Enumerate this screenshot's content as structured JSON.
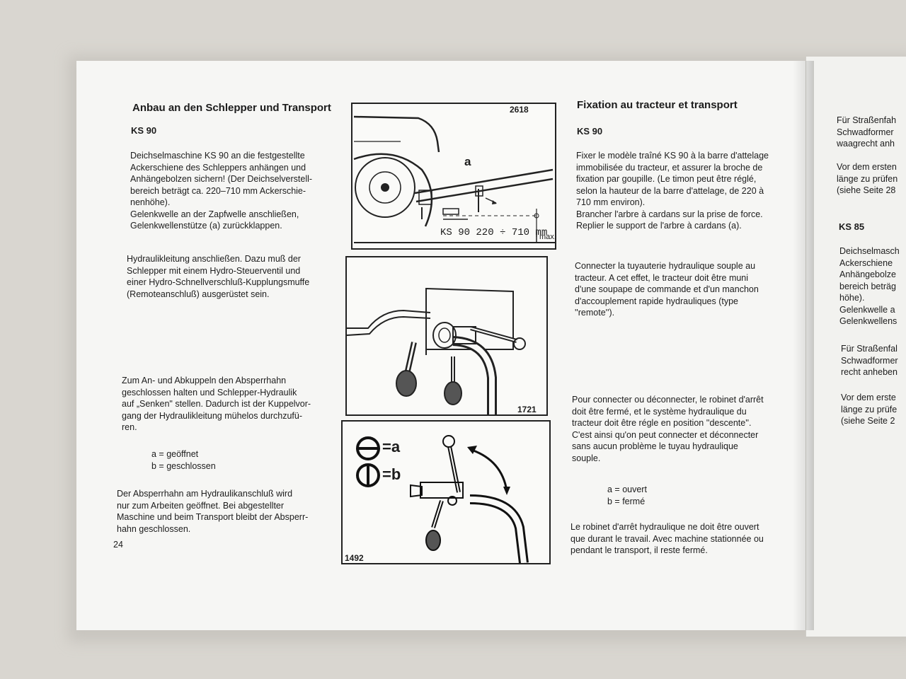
{
  "left_page": {
    "title": "Anbau an den Schlepper und Transport",
    "model": "KS 90",
    "para1": [
      "Deichselmaschine KS 90 an die festgestellte",
      "Ackerschiene des Schleppers anhängen und",
      "Anhängebolzen sichern! (Der Deichselverstell-",
      "bereich beträgt ca. 220–710 mm Ackerschie-",
      "nenhöhe).",
      "Gelenkwelle an der Zapfwelle anschließen,",
      "Gelenkwellenstütze (a) zurückklappen."
    ],
    "para2": [
      "Hydraulikleitung anschließen. Dazu muß der",
      "Schlepper mit einem Hydro-Steuerventil und",
      "einer Hydro-Schnellverschluß-Kupplungsmuffe",
      "(Remoteanschluß) ausgerüstet sein."
    ],
    "para3": [
      "Zum An- und Abkuppeln den Absperrhahn",
      "geschlossen halten und Schlepper-Hydraulik",
      "auf „Senken\" stellen. Dadurch ist der Kuppelvor-",
      "gang der Hydraulikleitung mühelos durchzufü-",
      "ren."
    ],
    "legend": [
      "a = geöffnet",
      "b = geschlossen"
    ],
    "para4": [
      "Der Absperrhahn am Hydraulikanschluß wird",
      "nur zum Arbeiten geöffnet. Bei abgestellter",
      "Maschine und beim Transport bleibt der Absperr-",
      "hahn geschlossen."
    ],
    "page_number": "24"
  },
  "figures": {
    "fig1": {
      "number": "2618",
      "label_a": "a",
      "dimension": "KS 90  220 ÷ 710 mm",
      "max": "max."
    },
    "fig2": {
      "number": "1721"
    },
    "fig3": {
      "number": "1492",
      "label_a": "=a",
      "label_b": "=b"
    }
  },
  "right_column": {
    "title": "Fixation au tracteur et transport",
    "model": "KS 90",
    "para1": [
      "Fixer le modèle traîné KS 90 à la barre d'attelage",
      "immobilisée du tracteur, et assurer la broche de",
      "fixation par goupille. (Le timon peut être réglé,",
      "selon la hauteur de la barre d'attelage, de 220 à",
      "710 mm environ).",
      "Brancher l'arbre à cardans sur la prise de force.",
      "Replier le support de l'arbre à cardans (a)."
    ],
    "para2": [
      "Connecter la tuyauterie hydraulique souple au",
      "tracteur. A cet effet, le tracteur doit être muni",
      "d'une soupape de commande et d'un manchon",
      "d'accouplement rapide hydrauliques (type",
      "''remote'')."
    ],
    "para3": [
      "Pour connecter ou déconnecter, le robinet d'arrêt",
      "doit être fermé, et le système hydraulique du",
      "tracteur doit être régle en position ''descente''.",
      "C'est ainsi qu'on peut connecter et déconnecter",
      "sans  aucun problème le tuyau hydraulique",
      "souple."
    ],
    "legend": [
      "a = ouvert",
      "b = fermé"
    ],
    "para4": [
      "Le robinet d'arrêt hydraulique ne doit être ouvert",
      "que durant le travail. Avec machine stationnée ou",
      "pendant le transport, il reste fermé."
    ]
  },
  "next_page": {
    "para1": [
      "Für Straßenfah",
      "Schwadformer",
      "waagrecht anh"
    ],
    "para2": [
      "Vor dem ersten",
      "länge zu prüfen",
      "(siehe Seite 28"
    ],
    "model": "KS 85",
    "para3": [
      "Deichselmasch",
      "Ackerschiene",
      "Anhängebolze",
      "bereich beträg",
      "höhe).",
      "Gelenkwelle a",
      "Gelenkwellens"
    ],
    "para4": [
      "Für Straßenfal",
      "Schwadformer",
      "recht anheben"
    ],
    "para5": [
      "Vor dem erste",
      "länge zu prüfe",
      "(siehe Seite 2"
    ]
  }
}
